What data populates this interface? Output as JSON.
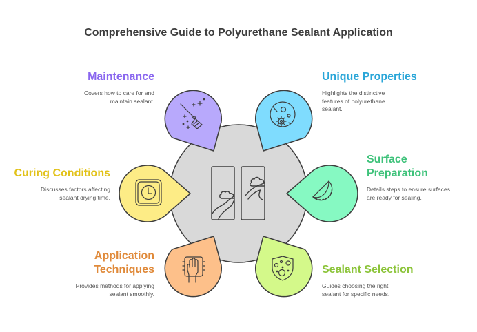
{
  "title": "Comprehensive Guide to Polyurethane Sealant Application",
  "center": {
    "icon": "window-panels-scenery-icon",
    "fill": "#d9d9d9"
  },
  "sections": [
    {
      "id": "maintenance",
      "heading": "Maintenance",
      "description": "Covers how to care for and maintain sealant.",
      "color": "#8a67ef",
      "fill": "#b8a9fc",
      "icon": "broom-sparkle-icon"
    },
    {
      "id": "unique-properties",
      "heading": "Unique Properties",
      "description": "Highlights the distinctive features of polyurethane sealant.",
      "color": "#2aa6d8",
      "fill": "#7fdcfe",
      "icon": "microbe-gear-icon"
    },
    {
      "id": "curing-conditions",
      "heading": "Curing Conditions",
      "description": "Discusses factors affecting sealant drying time.",
      "color": "#e2c21a",
      "fill": "#fdec86",
      "icon": "clock-icon"
    },
    {
      "id": "surface-preparation",
      "heading": "Surface Preparation",
      "heading_lines": [
        "Surface",
        "Preparation"
      ],
      "description": "Details steps to ensure surfaces are ready for sealing.",
      "color": "#3ec27a",
      "fill": "#86f9c2",
      "icon": "peeling-sticker-icon"
    },
    {
      "id": "application-techniques",
      "heading": "Application Techniques",
      "heading_lines": [
        "Application",
        "Techniques"
      ],
      "description": "Provides methods for applying sealant smoothly.",
      "color": "#e08a3a",
      "fill": "#fdc08a",
      "icon": "hand-pressing-icon"
    },
    {
      "id": "sealant-selection",
      "heading": "Sealant Selection",
      "description": "Guides choosing the right sealant for specific needs.",
      "color": "#8cc43a",
      "fill": "#d4f98a",
      "icon": "shield-dots-icon"
    }
  ]
}
